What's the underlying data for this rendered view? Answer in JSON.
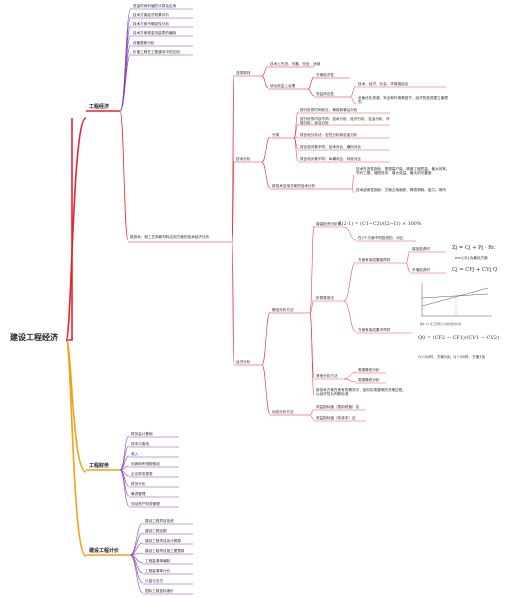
{
  "colors": {
    "red": "#e8232f",
    "orange": "#f0a21a",
    "purple": "#8a3fb4",
    "root": "#222222",
    "text": "#2a2a2a"
  },
  "root": "建设工程经济",
  "branches": {
    "econ": {
      "title": "工程经济",
      "items": [
        "资金时间价值的计算及应用",
        "技术方案经济效果评价",
        "技术方案不确定性分析",
        "技术方案现金流量表的编制",
        "设备更新分析",
        "价值工程在工程建设中的应用"
      ],
      "main": "新技术、新工艺和新材料应用方案的技术经济分析",
      "method": "选择原则",
      "method_items": [
        "技术上先进、可靠、安全、适用",
        "综合效益上合理"
      ],
      "eff_items": [
        "方案经济性",
        "效益综合性"
      ],
      "eff_sub": [
        "技术、经济、社会、环境相结合",
        "全面优化资源、安全和环境等因子，经济的投资建立最理的"
      ],
      "tech_analysis": "技术分析",
      "cls": "分类",
      "cls_items": [
        "按分析的时间划分，事前和事后分析",
        "按分析的内容不同：技术分析、经济分析、社会分析、环境分析、综合分析",
        "按比较分析法：定性分析和定量分析",
        "按比较对象不同：技术对比、横向对比",
        "按比较对象不同：纵横对比、标准对比"
      ],
      "indicators": "新技术应用方案的技术分析",
      "ind_items": [
        "技术先进性指标，是提高产能，精度工程质量、最大效率、节约工期、缩短成本、增大效益、最大的可靠度",
        "技术适用性指标：方案占用面积、降低物耗、能力、场所"
      ],
      "econ_analysis": "经济分析",
      "static": "静态分析方法",
      "incr": "增量投资分析法",
      "incr_sub": "在2个方案不同投资的，对比",
      "formula_incr": "R(2-1) = (C1−C2)/(I2−I1) × 100%",
      "calc_label": "折算费用法",
      "calc_sub1": "方案有用成果相同时",
      "calc_cost": "增加投资时",
      "formula_z": "Zj = Cj + Pj · Rc",
      "min_select": "min{Zj}为最优方案",
      "no_invest": "不增投资时",
      "formula_c": "Cj = CFj + CVj Q",
      "calc_sub2": "方案有用成果不同时",
      "formula_q": "Q0 = (CF2 − CF1)/(CV1 − CV2)",
      "q_compare": "Q＜Q0时，方案2优；Q＞Q0时，方案1优",
      "other_method": "其他分析方法",
      "other_items": [
        "类推静态分析",
        "类推静态分析"
      ],
      "other_desc": "新技术方案在现有的情况中，如何实现替换的决策过程，以经济性为判断标准",
      "dynamic": "动态分析方法",
      "dyn_items": [
        "效益指标值（费用现值）法",
        "效益指标值（年成本）法"
      ],
      "chart_caption": "图4.3-6 某工程甲乙方案的费用比较"
    },
    "finance": {
      "title": "工程财务",
      "items": [
        "财务会计基础",
        "成本与费用",
        "收入",
        "利润和所得税费用",
        "企业财务报表",
        "财务分析",
        "筹资管理",
        "流动资产财务管理"
      ]
    },
    "estimate": {
      "title": "建设工程计价",
      "items": [
        "建设工程项目投资",
        "建设工程定额",
        "建设工程项目设计概算",
        "建设工程项目施工图预算",
        "工程量清单编制",
        "工程量清单计价",
        "计量与支付",
        "国际工程投标报价"
      ]
    }
  }
}
